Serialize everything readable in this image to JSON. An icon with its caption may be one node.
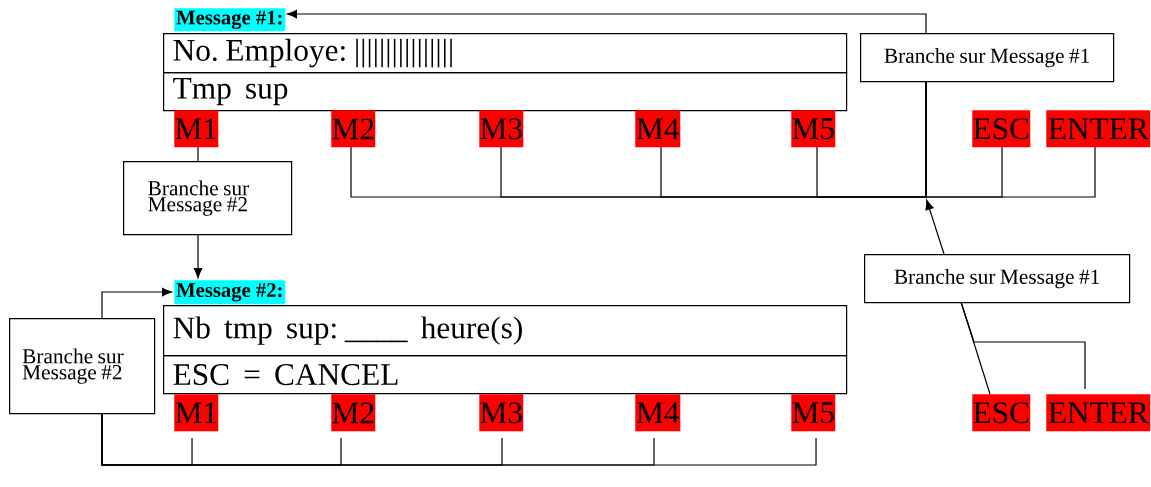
{
  "diagram": {
    "nodes": [
      {
        "text": [
          "Message #1:"
        ]
      },
      {
        "text": [
          "No. Employe: ||||||||||||||||"
        ]
      },
      {
        "text": [
          "Tmp sup"
        ]
      },
      {
        "text": [
          "M1"
        ]
      },
      {
        "text": [
          "M2"
        ]
      },
      {
        "text": [
          "M3"
        ]
      },
      {
        "text": [
          "M4"
        ]
      },
      {
        "text": [
          "M5"
        ]
      },
      {
        "text": [
          "ESC"
        ]
      },
      {
        "text": [
          "ENTER"
        ]
      },
      {
        "text": [
          "Branche sur Message #1"
        ]
      },
      {
        "text": [
          "Branche sur Message #2"
        ]
      },
      {
        "text": [
          "Message #2:"
        ]
      },
      {
        "text": [
          "Nb tmp sup: ____ heure(s)"
        ]
      },
      {
        "text": [
          "ESC = CANCEL"
        ]
      },
      {
        "text": [
          "M1"
        ]
      },
      {
        "text": [
          "M2"
        ]
      },
      {
        "text": [
          "M3"
        ]
      },
      {
        "text": [
          "M4"
        ]
      },
      {
        "text": [
          "M5"
        ]
      },
      {
        "text": [
          "ESC"
        ]
      },
      {
        "text": [
          "ENTER"
        ]
      },
      {
        "text": [
          "Branche sur Message #1"
        ]
      },
      {
        "text": [
          "Branche sur Message #2"
        ]
      }
    ],
    "edges": [
      {
        "from": 3,
        "to": 11,
        "arrow": "none"
      },
      {
        "from": 11,
        "to": 12,
        "arrow": "to"
      },
      {
        "from": 4,
        "to": 10,
        "arrow": "none"
      },
      {
        "from": 5,
        "to": 10,
        "arrow": "none"
      },
      {
        "from": 6,
        "to": 10,
        "arrow": "none"
      },
      {
        "from": 7,
        "to": 10,
        "arrow": "none"
      },
      {
        "from": 8,
        "to": 10,
        "arrow": "none"
      },
      {
        "from": 9,
        "to": 10,
        "arrow": "none"
      },
      {
        "from": 10,
        "to": 0,
        "arrow": "to"
      },
      {
        "from": 22,
        "to": null,
        "arrow": "to"
      },
      {
        "from": 20,
        "to": 22,
        "arrow": "none"
      },
      {
        "from": 21,
        "to": 22,
        "arrow": "none"
      },
      {
        "from": 15,
        "to": 23,
        "arrow": "none"
      },
      {
        "from": 16,
        "to": 23,
        "arrow": "none"
      },
      {
        "from": 17,
        "to": 23,
        "arrow": "none"
      },
      {
        "from": 18,
        "to": 23,
        "arrow": "none"
      },
      {
        "from": 19,
        "to": 23,
        "arrow": "none"
      },
      {
        "from": 23,
        "to": 12,
        "arrow": "to"
      }
    ]
  }
}
